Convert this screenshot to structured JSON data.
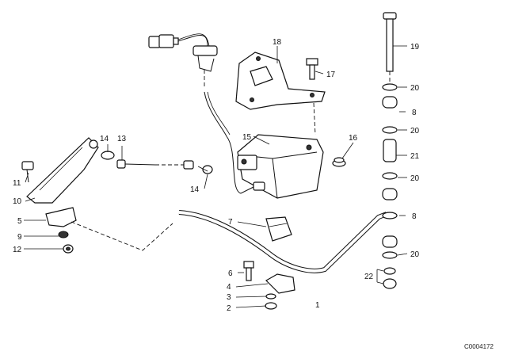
{
  "callouts": [
    {
      "id": "c1",
      "text": "1"
    },
    {
      "id": "c2",
      "text": "2"
    },
    {
      "id": "c3",
      "text": "3"
    },
    {
      "id": "c4",
      "text": "4"
    },
    {
      "id": "c5",
      "text": "5"
    },
    {
      "id": "c6",
      "text": "6"
    },
    {
      "id": "c7",
      "text": "7"
    },
    {
      "id": "c8a",
      "text": "8"
    },
    {
      "id": "c8b",
      "text": "8"
    },
    {
      "id": "c9",
      "text": "9"
    },
    {
      "id": "c10",
      "text": "10"
    },
    {
      "id": "c11",
      "text": "11"
    },
    {
      "id": "c12",
      "text": "12"
    },
    {
      "id": "c13",
      "text": "13"
    },
    {
      "id": "c14a",
      "text": "14"
    },
    {
      "id": "c14b",
      "text": "14"
    },
    {
      "id": "c15",
      "text": "15"
    },
    {
      "id": "c16",
      "text": "16"
    },
    {
      "id": "c17",
      "text": "17"
    },
    {
      "id": "c18",
      "text": "18"
    },
    {
      "id": "c19",
      "text": "19"
    },
    {
      "id": "c20a",
      "text": "20"
    },
    {
      "id": "c20b",
      "text": "20"
    },
    {
      "id": "c20c",
      "text": "20"
    },
    {
      "id": "c20d",
      "text": "20"
    },
    {
      "id": "c21",
      "text": "21"
    },
    {
      "id": "c22",
      "text": "22"
    }
  ],
  "reference": "C0004172"
}
